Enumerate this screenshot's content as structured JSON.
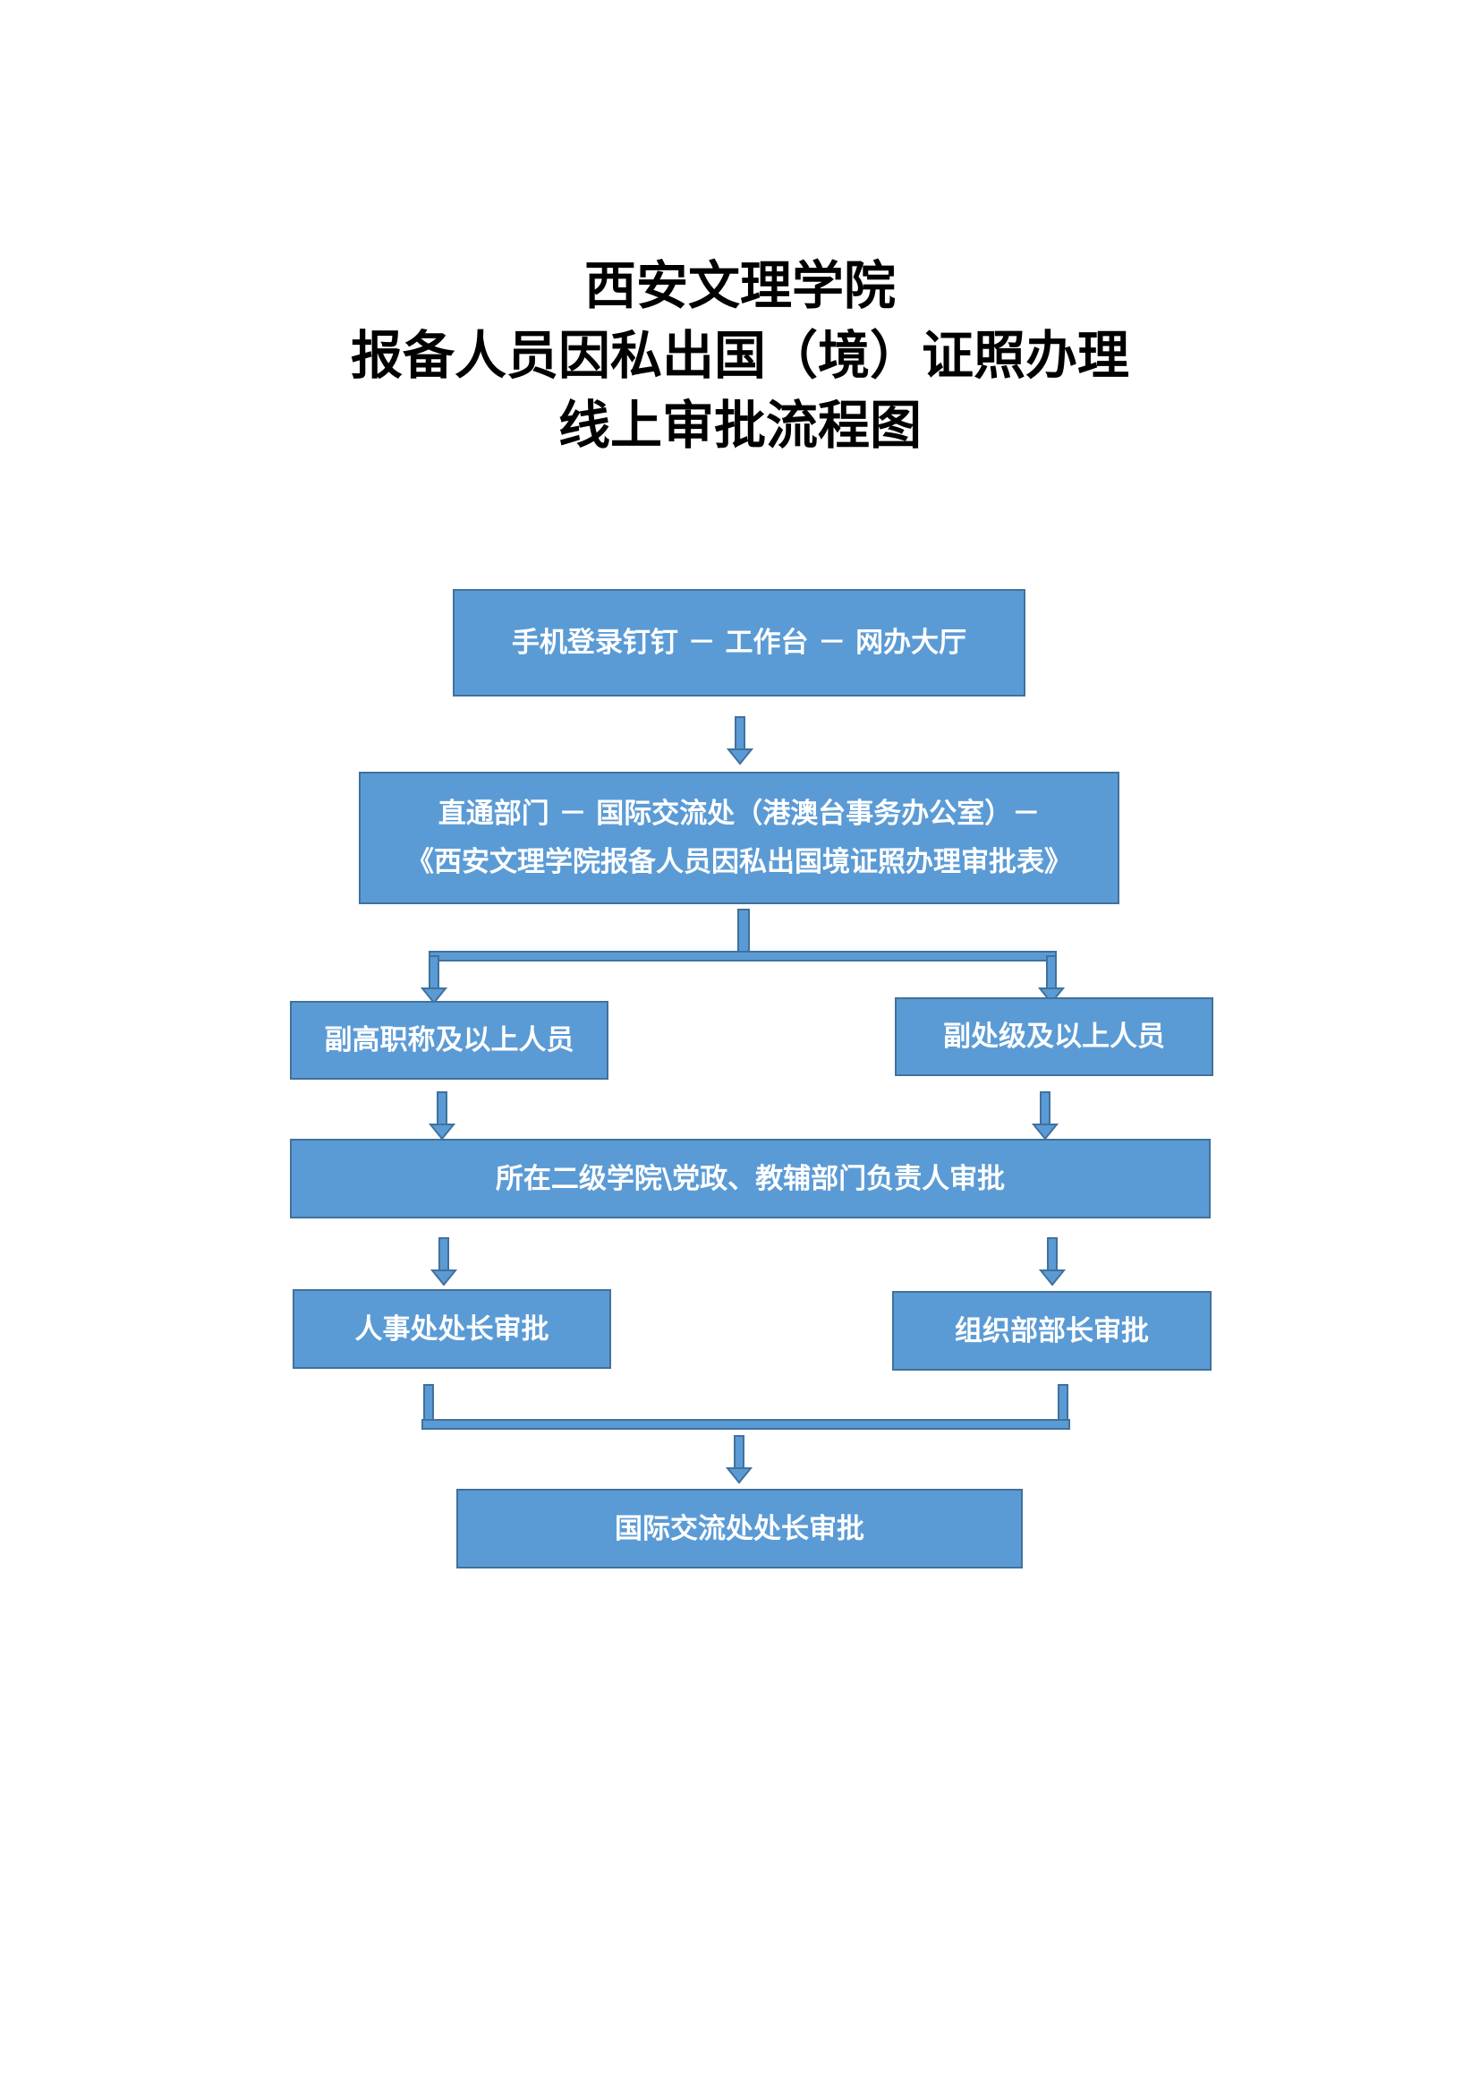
{
  "title": {
    "line1": "西安文理学院",
    "line2": "报备人员因私出国（境）证照办理",
    "line3": "线上审批流程图"
  },
  "steps": {
    "login": "手机登录钉钉 － 工作台 － 网办大厅",
    "direct_line1": "直通部门 － 国际交流处（港澳台事务办公室）－",
    "direct_line2": "《西安文理学院报备人员因私出国境证照办理审批表》",
    "senior_title": "副高职称及以上人员",
    "division_level": "副处级及以上人员",
    "college_approval": "所在二级学院\\党政、教辅部门负责人审批",
    "hr_approval": "人事处处长审批",
    "org_approval": "组织部部长审批",
    "intl_approval": "国际交流处处长审批"
  },
  "colors": {
    "box_fill": "#5b9bd5",
    "box_border": "#41719c",
    "box_text": "#ffffff"
  }
}
